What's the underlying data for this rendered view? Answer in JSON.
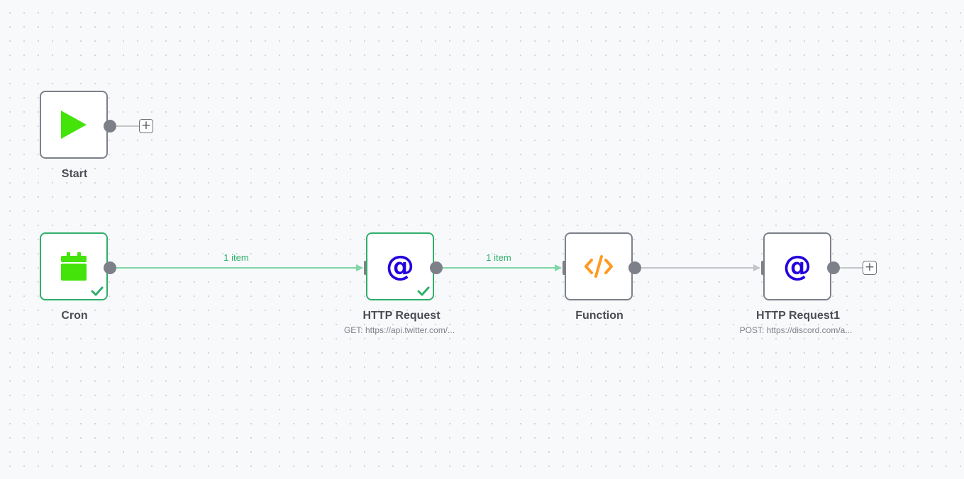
{
  "canvas": {
    "nodes": {
      "start": {
        "title": "Start",
        "icon": "play-icon",
        "icon_color": "#44e30a",
        "status": "idle"
      },
      "cron": {
        "title": "Cron",
        "icon": "calendar-icon",
        "icon_color": "#44e30a",
        "status": "success"
      },
      "http_request": {
        "title": "HTTP Request",
        "subtitle": "GET: https://api.twitter.com/...",
        "icon": "at-icon",
        "icon_glyph": "@",
        "icon_color": "#2200dd",
        "status": "success"
      },
      "function": {
        "title": "Function",
        "icon": "code-icon",
        "icon_color": "#ff9922",
        "status": "idle"
      },
      "http_request1": {
        "title": "HTTP Request1",
        "subtitle": "POST: https://discord.com/a...",
        "icon": "at-icon",
        "icon_glyph": "@",
        "icon_color": "#2200dd",
        "status": "idle"
      }
    },
    "connections": [
      {
        "from": "Cron",
        "to": "HTTP Request",
        "label": "1 item",
        "status": "success"
      },
      {
        "from": "HTTP Request",
        "to": "Function",
        "label": "1 item",
        "status": "success"
      },
      {
        "from": "Function",
        "to": "HTTP Request1",
        "label": "",
        "status": "idle"
      }
    ],
    "add_button_glyph": "+",
    "colors": {
      "success": "#2eaf6a",
      "success_line": "#7fd6a6",
      "idle_border": "#7d8089",
      "idle_line": "#c3c5ca"
    }
  }
}
